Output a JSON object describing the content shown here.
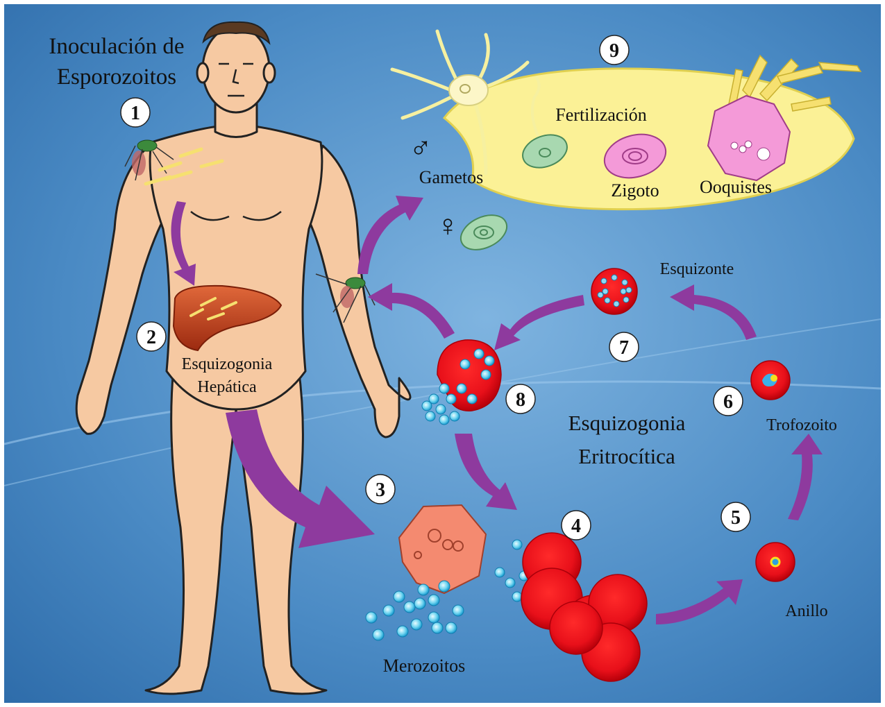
{
  "title_lines": [
    "Inoculación de",
    "Esporozoitos"
  ],
  "labels": {
    "liver_line1": "Esquizogonia",
    "liver_line2": "Hepática",
    "gametes": "Gametos",
    "fertilization": "Fertilización",
    "zygote": "Zigoto",
    "oocysts": "Ooquistes",
    "schizont": "Esquizonte",
    "trophozoite": "Trofozoito",
    "ring": "Anillo",
    "merozoites": "Merozoitos",
    "erythro_line1": "Esquizogonia",
    "erythro_line2": "Eritrocítica"
  },
  "symbols": {
    "male": "♂",
    "female": "♀"
  },
  "steps": [
    "1",
    "2",
    "3",
    "4",
    "5",
    "6",
    "7",
    "8",
    "9"
  ],
  "colors": {
    "background": "#3f7fb8",
    "skin": "#f6c9a2",
    "arrow": "#8e3a9e",
    "rbc": "#e8101a",
    "merozoite": "#46c3e8",
    "midgut": "#fbf196",
    "liver": "#c8431e"
  }
}
